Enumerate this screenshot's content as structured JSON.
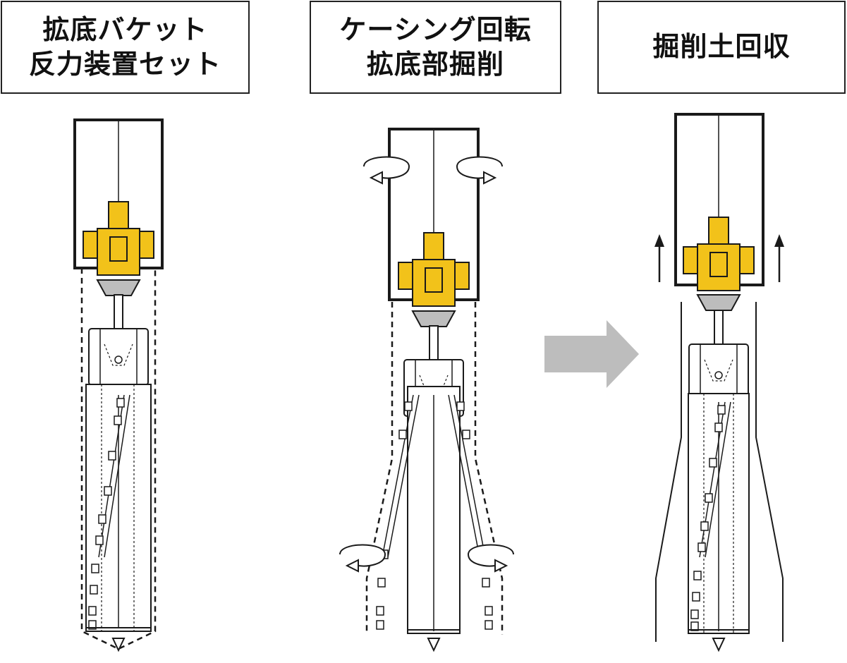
{
  "panels": [
    {
      "id": "set",
      "title_line1": "拡底バケット",
      "title_line2": "反力装置セット"
    },
    {
      "id": "excavate",
      "title_line1": "ケーシング回転",
      "title_line2": "拡底部掘削"
    },
    {
      "id": "recover",
      "title_line1": "掘削土回収",
      "title_line2": ""
    }
  ],
  "colors": {
    "reaction_device": "#F2C21A",
    "outline": "#1a1a1a",
    "cone": "#bdbdbd",
    "flow_arrow": "#bdbdbd",
    "rotation_arrow": "#ffffff"
  },
  "icons": {
    "rotation": "rotation-arrow-icon",
    "lift": "up-arrow-icon",
    "flow": "right-arrow-icon"
  }
}
